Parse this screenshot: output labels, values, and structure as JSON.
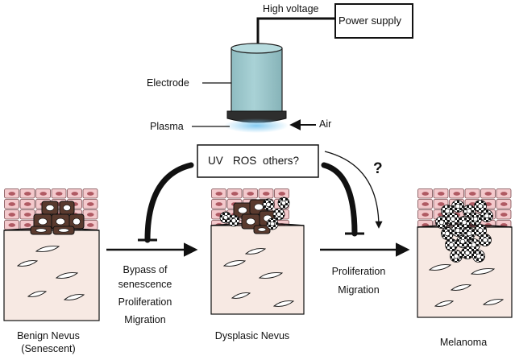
{
  "setup": {
    "power_supply": "Power supply",
    "high_voltage": "High voltage",
    "electrode": "Electrode",
    "plasma": "Plasma",
    "air": "Air"
  },
  "factors_box": {
    "uv": "UV",
    "ros": "ROS",
    "others": "others?"
  },
  "question_mark": "?",
  "stages": {
    "benign": {
      "line1": "Benign Nevus",
      "line2": "(Senescent)"
    },
    "dysplastic": {
      "label": "Dysplasic Nevus"
    },
    "melanoma": {
      "label": "Melanoma"
    }
  },
  "transitions": {
    "first": {
      "line1": "Bypass of",
      "line2": "senescence",
      "line3": "Proliferation",
      "line4": "Migration"
    },
    "second": {
      "line1": "Proliferation",
      "line2": "Migration"
    }
  },
  "colors": {
    "electrode": "#9ec7cc",
    "plasma_glow": "#7ec8f0",
    "keratinocyte": "#f3c9cc",
    "nevus_cell": "#5a3a2e",
    "dermis": "#f7e9e3"
  }
}
